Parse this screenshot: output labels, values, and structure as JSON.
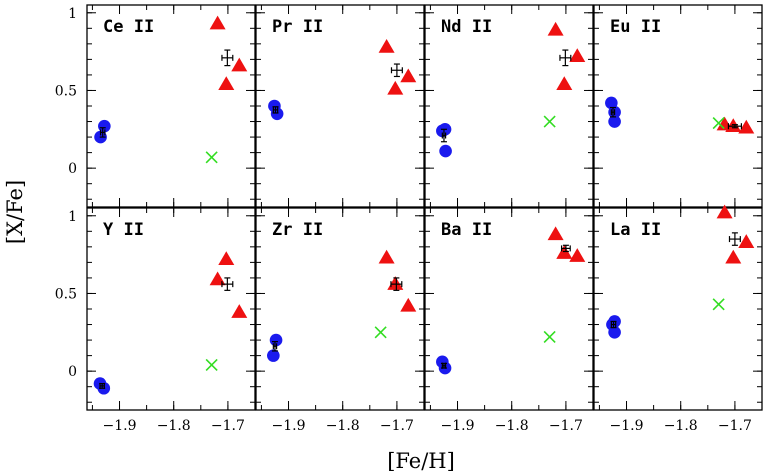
{
  "figure": {
    "xlabel": "[Fe/H]",
    "ylabel": "[X/Fe]"
  },
  "colors": {
    "circle": "#1a1aee",
    "triangle": "#ee1111",
    "cross": "#33dd22",
    "frame": "#000000"
  },
  "chart_data": {
    "type": "scatter",
    "rows": 2,
    "cols": 4,
    "shared_axes": true,
    "xlim": [
      -1.96,
      -1.65
    ],
    "ylim": [
      -0.25,
      1.05
    ],
    "xticks": [
      -1.9,
      -1.8,
      -1.7
    ],
    "xtick_labels": [
      "−1.9",
      "−1.8",
      "−1.7"
    ],
    "yticks": [
      0,
      0.5,
      1
    ],
    "ytick_labels": [
      "0",
      "0.5",
      "1"
    ],
    "xlabel": "[Fe/H]",
    "ylabel": "[X/Fe]",
    "panels": [
      {
        "label": "Ce II",
        "circles": [
          [
            -1.935,
            0.2
          ],
          [
            -1.928,
            0.27
          ]
        ],
        "circle_mean": {
          "x": -1.931,
          "y": 0.23,
          "xerr": 0.004,
          "yerr": 0.03
        },
        "triangles": [
          [
            -1.719,
            0.93
          ],
          [
            -1.703,
            0.54
          ],
          [
            -1.679,
            0.66
          ]
        ],
        "triangle_mean": {
          "x": -1.701,
          "y": 0.71,
          "xerr": 0.01,
          "yerr": 0.05
        },
        "crosses": [
          [
            -1.73,
            0.07
          ]
        ]
      },
      {
        "label": "Pr II",
        "circles": [
          [
            -1.926,
            0.4
          ],
          [
            -1.921,
            0.35
          ]
        ],
        "circle_mean": {
          "x": -1.924,
          "y": 0.375,
          "xerr": 0.004,
          "yerr": 0.02
        },
        "triangles": [
          [
            -1.719,
            0.78
          ],
          [
            -1.703,
            0.51
          ],
          [
            -1.679,
            0.59
          ]
        ],
        "triangle_mean": {
          "x": -1.7,
          "y": 0.63,
          "xerr": 0.01,
          "yerr": 0.04
        },
        "crosses": []
      },
      {
        "label": "Nd II",
        "circles": [
          [
            -1.928,
            0.24
          ],
          [
            -1.923,
            0.25
          ],
          [
            -1.922,
            0.11
          ]
        ],
        "circle_mean": {
          "x": -1.925,
          "y": 0.21,
          "xerr": 0.003,
          "yerr": 0.04
        },
        "triangles": [
          [
            -1.719,
            0.89
          ],
          [
            -1.703,
            0.54
          ],
          [
            -1.679,
            0.72
          ]
        ],
        "triangle_mean": {
          "x": -1.701,
          "y": 0.71,
          "xerr": 0.01,
          "yerr": 0.05
        },
        "crosses": [
          [
            -1.73,
            0.3
          ]
        ]
      },
      {
        "label": "Eu II",
        "circles": [
          [
            -1.928,
            0.42
          ],
          [
            -1.922,
            0.36
          ],
          [
            -1.922,
            0.3
          ]
        ],
        "circle_mean": {
          "x": -1.925,
          "y": 0.36,
          "xerr": 0.003,
          "yerr": 0.03
        },
        "triangles": [
          [
            -1.719,
            0.28
          ],
          [
            -1.703,
            0.27
          ],
          [
            -1.679,
            0.26
          ]
        ],
        "triangle_mean": {
          "x": -1.7,
          "y": 0.27,
          "xerr": 0.012,
          "yerr": 0.01
        },
        "crosses": [
          [
            -1.73,
            0.29
          ]
        ]
      },
      {
        "label": "Y II",
        "circles": [
          [
            -1.936,
            -0.08
          ],
          [
            -1.929,
            -0.11
          ]
        ],
        "circle_mean": {
          "x": -1.932,
          "y": -0.095,
          "xerr": 0.004,
          "yerr": 0.015
        },
        "triangles": [
          [
            -1.719,
            0.59
          ],
          [
            -1.703,
            0.72
          ],
          [
            -1.679,
            0.38
          ]
        ],
        "triangle_mean": {
          "x": -1.701,
          "y": 0.56,
          "xerr": 0.01,
          "yerr": 0.04
        },
        "crosses": [
          [
            -1.73,
            0.04
          ]
        ]
      },
      {
        "label": "Zr II",
        "circles": [
          [
            -1.928,
            0.1
          ],
          [
            -1.923,
            0.2
          ]
        ],
        "circle_mean": {
          "x": -1.925,
          "y": 0.16,
          "xerr": 0.003,
          "yerr": 0.03
        },
        "triangles": [
          [
            -1.719,
            0.73
          ],
          [
            -1.703,
            0.56
          ],
          [
            -1.679,
            0.42
          ]
        ],
        "triangle_mean": {
          "x": -1.701,
          "y": 0.56,
          "xerr": 0.01,
          "yerr": 0.04
        },
        "crosses": [
          [
            -1.73,
            0.25
          ]
        ]
      },
      {
        "label": "Ba II",
        "circles": [
          [
            -1.928,
            0.06
          ],
          [
            -1.923,
            0.02
          ]
        ],
        "circle_mean": {
          "x": -1.925,
          "y": 0.035,
          "xerr": 0.003,
          "yerr": 0.015
        },
        "triangles": [
          [
            -1.719,
            0.88
          ],
          [
            -1.703,
            0.76
          ],
          [
            -1.679,
            0.74
          ]
        ],
        "triangle_mean": {
          "x": -1.7,
          "y": 0.79,
          "xerr": 0.008,
          "yerr": 0.02
        },
        "crosses": [
          [
            -1.73,
            0.22
          ]
        ]
      },
      {
        "label": "La II",
        "circles": [
          [
            -1.926,
            0.3
          ],
          [
            -1.922,
            0.32
          ],
          [
            -1.922,
            0.25
          ]
        ],
        "circle_mean": {
          "x": -1.924,
          "y": 0.3,
          "xerr": 0.004,
          "yerr": 0.02
        },
        "triangles": [
          [
            -1.719,
            1.02
          ],
          [
            -1.703,
            0.73
          ],
          [
            -1.679,
            0.83
          ]
        ],
        "triangle_mean": {
          "x": -1.7,
          "y": 0.85,
          "xerr": 0.01,
          "yerr": 0.04
        },
        "crosses": [
          [
            -1.73,
            0.43
          ]
        ]
      }
    ]
  }
}
